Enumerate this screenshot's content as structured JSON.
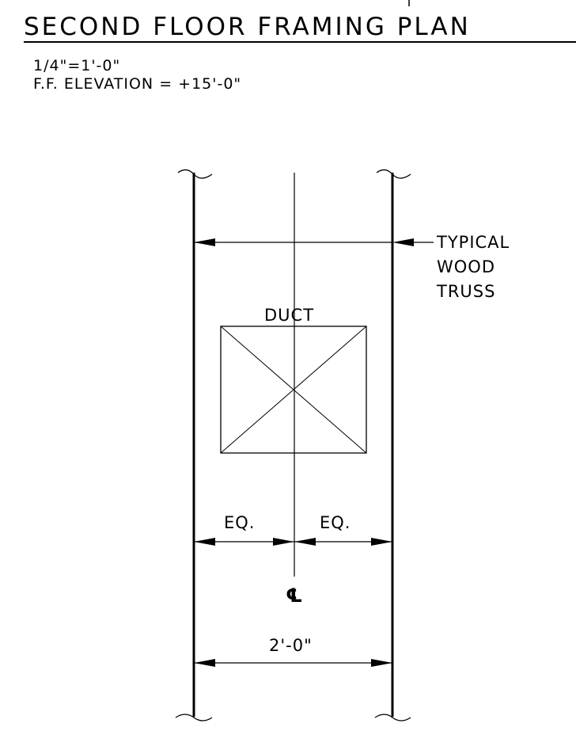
{
  "title": "SECOND FLOOR FRAMING PLAN",
  "scale": "1/4\"=1'-0\"",
  "elevation_note": "F.F. ELEVATION = +15'-0\"",
  "callout": {
    "line1": "TYPICAL",
    "line2": "WOOD",
    "line3": "TRUSS"
  },
  "duct_label": "DUCT",
  "dim_left": "EQ.",
  "dim_right": "EQ.",
  "centerline_symbol": "℄",
  "dim_overall": "2'-0\"",
  "colors": {
    "ink": "#000000",
    "background": "#ffffff"
  }
}
